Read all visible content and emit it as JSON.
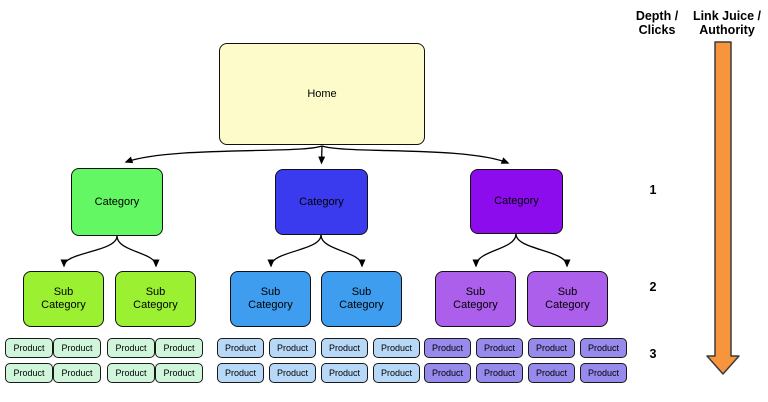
{
  "diagram": {
    "home": {
      "label": "Home",
      "fill": "#FDFBC9"
    },
    "branches": [
      {
        "category": {
          "label": "Category",
          "fill": "#63F763"
        },
        "subcategories": [
          {
            "label": "Sub Category",
            "fill": "#9BF032"
          },
          {
            "label": "Sub Category",
            "fill": "#9BF032"
          }
        ],
        "product": {
          "label": "Product",
          "fill": "#CFF6DB",
          "count": 8
        }
      },
      {
        "category": {
          "label": "Category",
          "fill": "#3A3AEE"
        },
        "subcategories": [
          {
            "label": "Sub Category",
            "fill": "#3E9DEE"
          },
          {
            "label": "Sub Category",
            "fill": "#3E9DEE"
          }
        ],
        "product": {
          "label": "Product",
          "fill": "#B7D9F7",
          "count": 8
        }
      },
      {
        "category": {
          "label": "Category",
          "fill": "#8C0CEE"
        },
        "subcategories": [
          {
            "label": "Sub Category",
            "fill": "#AC5FEA"
          },
          {
            "label": "Sub Category",
            "fill": "#AC5FEA"
          }
        ],
        "product": {
          "label": "Product",
          "fill": "#968AEC",
          "count": 8
        }
      }
    ],
    "connector_color": "#000000"
  },
  "depth_scale": {
    "title_lines": [
      "Depth /",
      "Clicks"
    ],
    "levels": [
      "1",
      "2",
      "3"
    ]
  },
  "authority_arrow": {
    "title_lines": [
      "Link Juice /",
      "Authority"
    ],
    "fill": "#F7953C",
    "direction": "down"
  }
}
